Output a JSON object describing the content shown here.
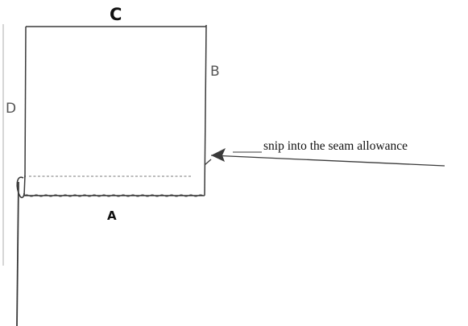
{
  "labels": {
    "top_edge": "C",
    "right_edge": "B",
    "left_edge": "D",
    "bottom_edge": "A"
  },
  "annotation": {
    "text": "snip into the seam allowance"
  },
  "colors": {
    "line": "#3a3a3a",
    "dashed": "#7a7a7a",
    "label_dark": "#111111",
    "label_gray": "#555555"
  }
}
